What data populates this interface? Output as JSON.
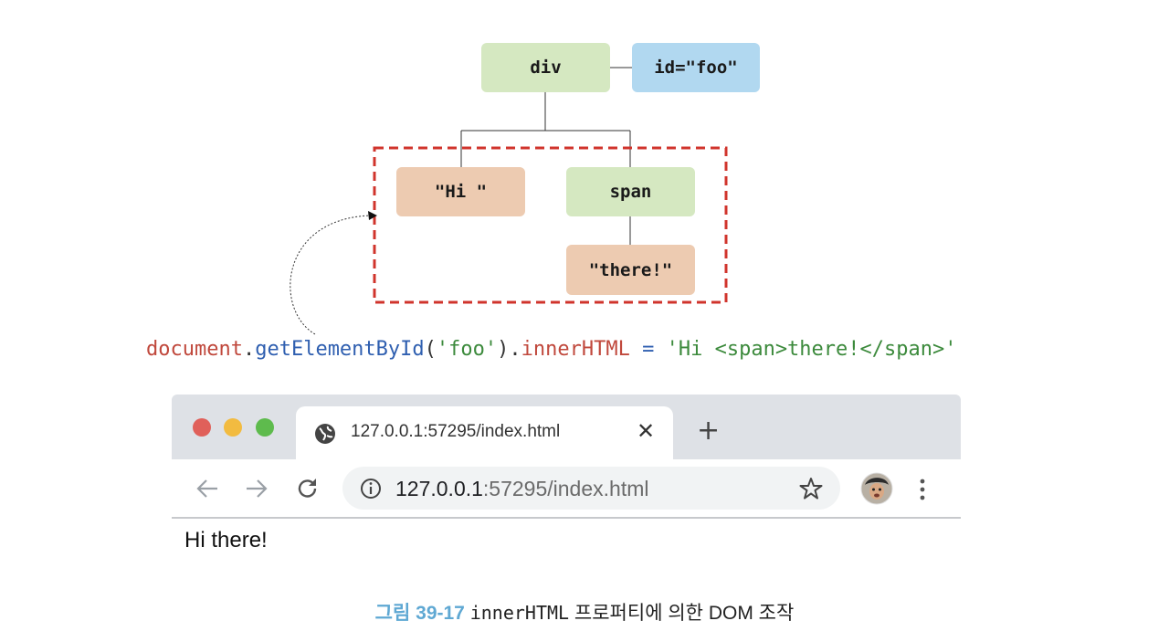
{
  "diagram": {
    "nodes": {
      "div": "div",
      "id_attr": "id=\"foo\"",
      "hi_text": "\"Hi \"",
      "span": "span",
      "there_text": "\"there!\""
    },
    "colors": {
      "element": "#d5e8c1",
      "attribute": "#b1d8f0",
      "text": "#edcbb1",
      "selection_border": "#d0342c"
    }
  },
  "code": {
    "object": "document",
    "dot1": ".",
    "method": "getElementById",
    "paren_open": "(",
    "arg": "'foo'",
    "paren_close": ").",
    "property": "innerHTML",
    "equals": " = ",
    "value": "'Hi <span>there!</span>'"
  },
  "browser": {
    "tab_title": "127.0.0.1:57295/index.html",
    "tab_close": "✕",
    "new_tab": "+",
    "url_host": "127.0.0.1",
    "url_rest": ":57295/index.html",
    "page_content": "Hi there!",
    "icons": [
      "back-arrow-icon",
      "forward-arrow-icon",
      "reload-icon",
      "info-icon",
      "star-icon",
      "avatar",
      "menu-dots-icon",
      "globe-icon"
    ]
  },
  "caption": {
    "figure_number": "그림 39-17",
    "code_term": "innerHTML",
    "text": "프로퍼티에 의한 DOM 조작"
  }
}
